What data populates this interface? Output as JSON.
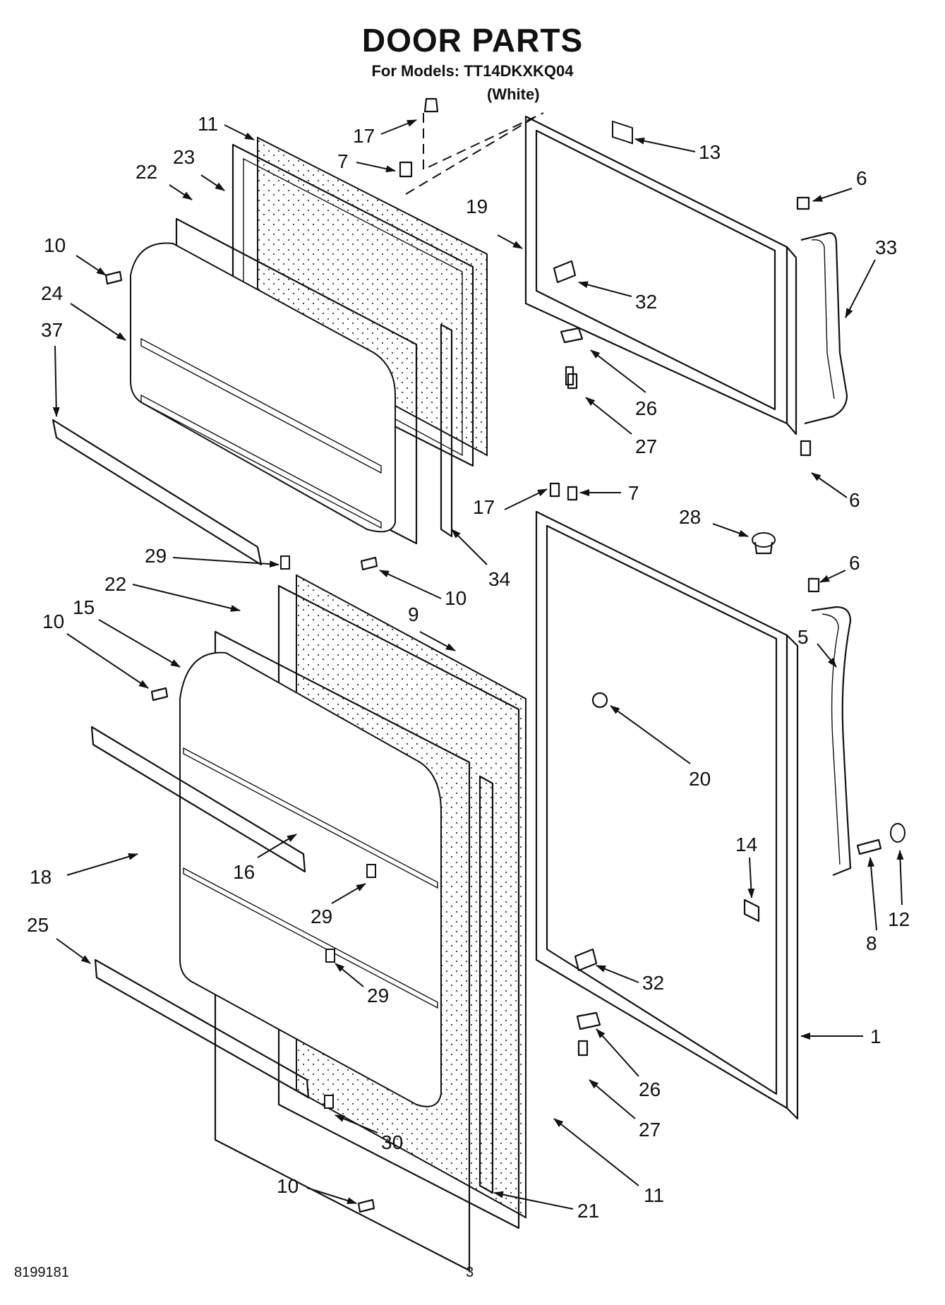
{
  "header": {
    "title": "DOOR PARTS",
    "models_line": "For Models: TT14DKXKQ04",
    "color_note": "(White)"
  },
  "footer": {
    "doc_number": "8199181",
    "page_number": "3"
  },
  "callouts": [
    "11",
    "17",
    "7",
    "13",
    "23",
    "22",
    "6",
    "19",
    "10",
    "33",
    "32",
    "24",
    "37",
    "26",
    "27",
    "6",
    "17",
    "7",
    "28",
    "6",
    "29",
    "10",
    "34",
    "22",
    "9",
    "5",
    "15",
    "10",
    "20",
    "14",
    "18",
    "16",
    "12",
    "29",
    "8",
    "25",
    "29",
    "32",
    "1",
    "26",
    "27",
    "30",
    "11",
    "10",
    "21"
  ]
}
